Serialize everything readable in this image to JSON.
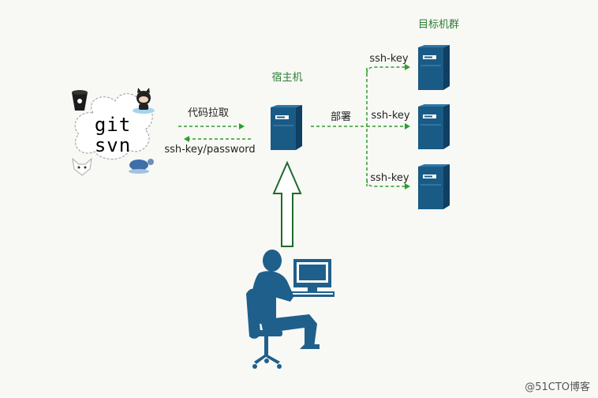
{
  "labels": {
    "host_title": "宿主机",
    "target_title": "目标机群",
    "pull_label": "代码拉取",
    "auth_label": "ssh-key/password",
    "deploy_label": "部署",
    "ssh_key_1": "ssh-key",
    "ssh_key_2": "ssh-key",
    "ssh_key_3": "ssh-key",
    "cloud_line1": "git",
    "cloud_line2": "svn",
    "watermark": "@51CTO博客"
  },
  "colors": {
    "server_blue": "#1a5b86",
    "arrow_green": "#2e9e2e",
    "title_green": "#2c7d33",
    "user_blue": "#1f5f8b"
  },
  "icons": [
    "bitbucket-icon",
    "github-octocat-icon",
    "gitlab-fox-icon",
    "svn-turtle-icon",
    "server-icon",
    "developer-at-computer-icon"
  ]
}
